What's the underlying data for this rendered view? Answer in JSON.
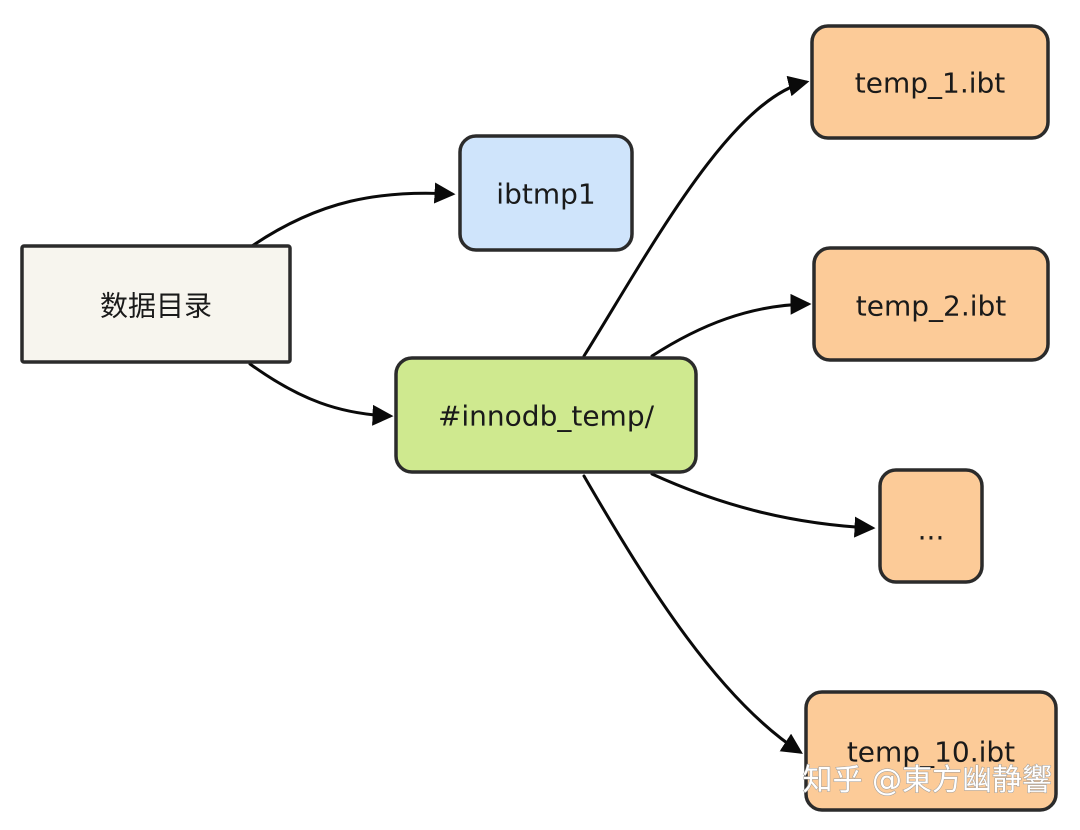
{
  "nodes": {
    "data_dir": {
      "label": "数据目录",
      "fill": "#f7f5ee"
    },
    "ibtmp1": {
      "label": "ibtmp1",
      "fill": "#cfe4fb"
    },
    "innodb_temp": {
      "label": "#innodb_temp/",
      "fill": "#cfe98f"
    },
    "temp_1": {
      "label": "temp_1.ibt",
      "fill": "#fccb98"
    },
    "temp_2": {
      "label": "temp_2.ibt",
      "fill": "#fccb98"
    },
    "ellipsis": {
      "label": "...",
      "fill": "#fccb98"
    },
    "temp_10": {
      "label": "temp_10.ibt",
      "fill": "#fccb98"
    }
  },
  "edges": [
    {
      "from": "data_dir",
      "to": "ibtmp1"
    },
    {
      "from": "data_dir",
      "to": "innodb_temp"
    },
    {
      "from": "innodb_temp",
      "to": "temp_1"
    },
    {
      "from": "innodb_temp",
      "to": "temp_2"
    },
    {
      "from": "innodb_temp",
      "to": "ellipsis"
    },
    {
      "from": "innodb_temp",
      "to": "temp_10"
    }
  ],
  "watermark": "知乎 @東方幽静響"
}
